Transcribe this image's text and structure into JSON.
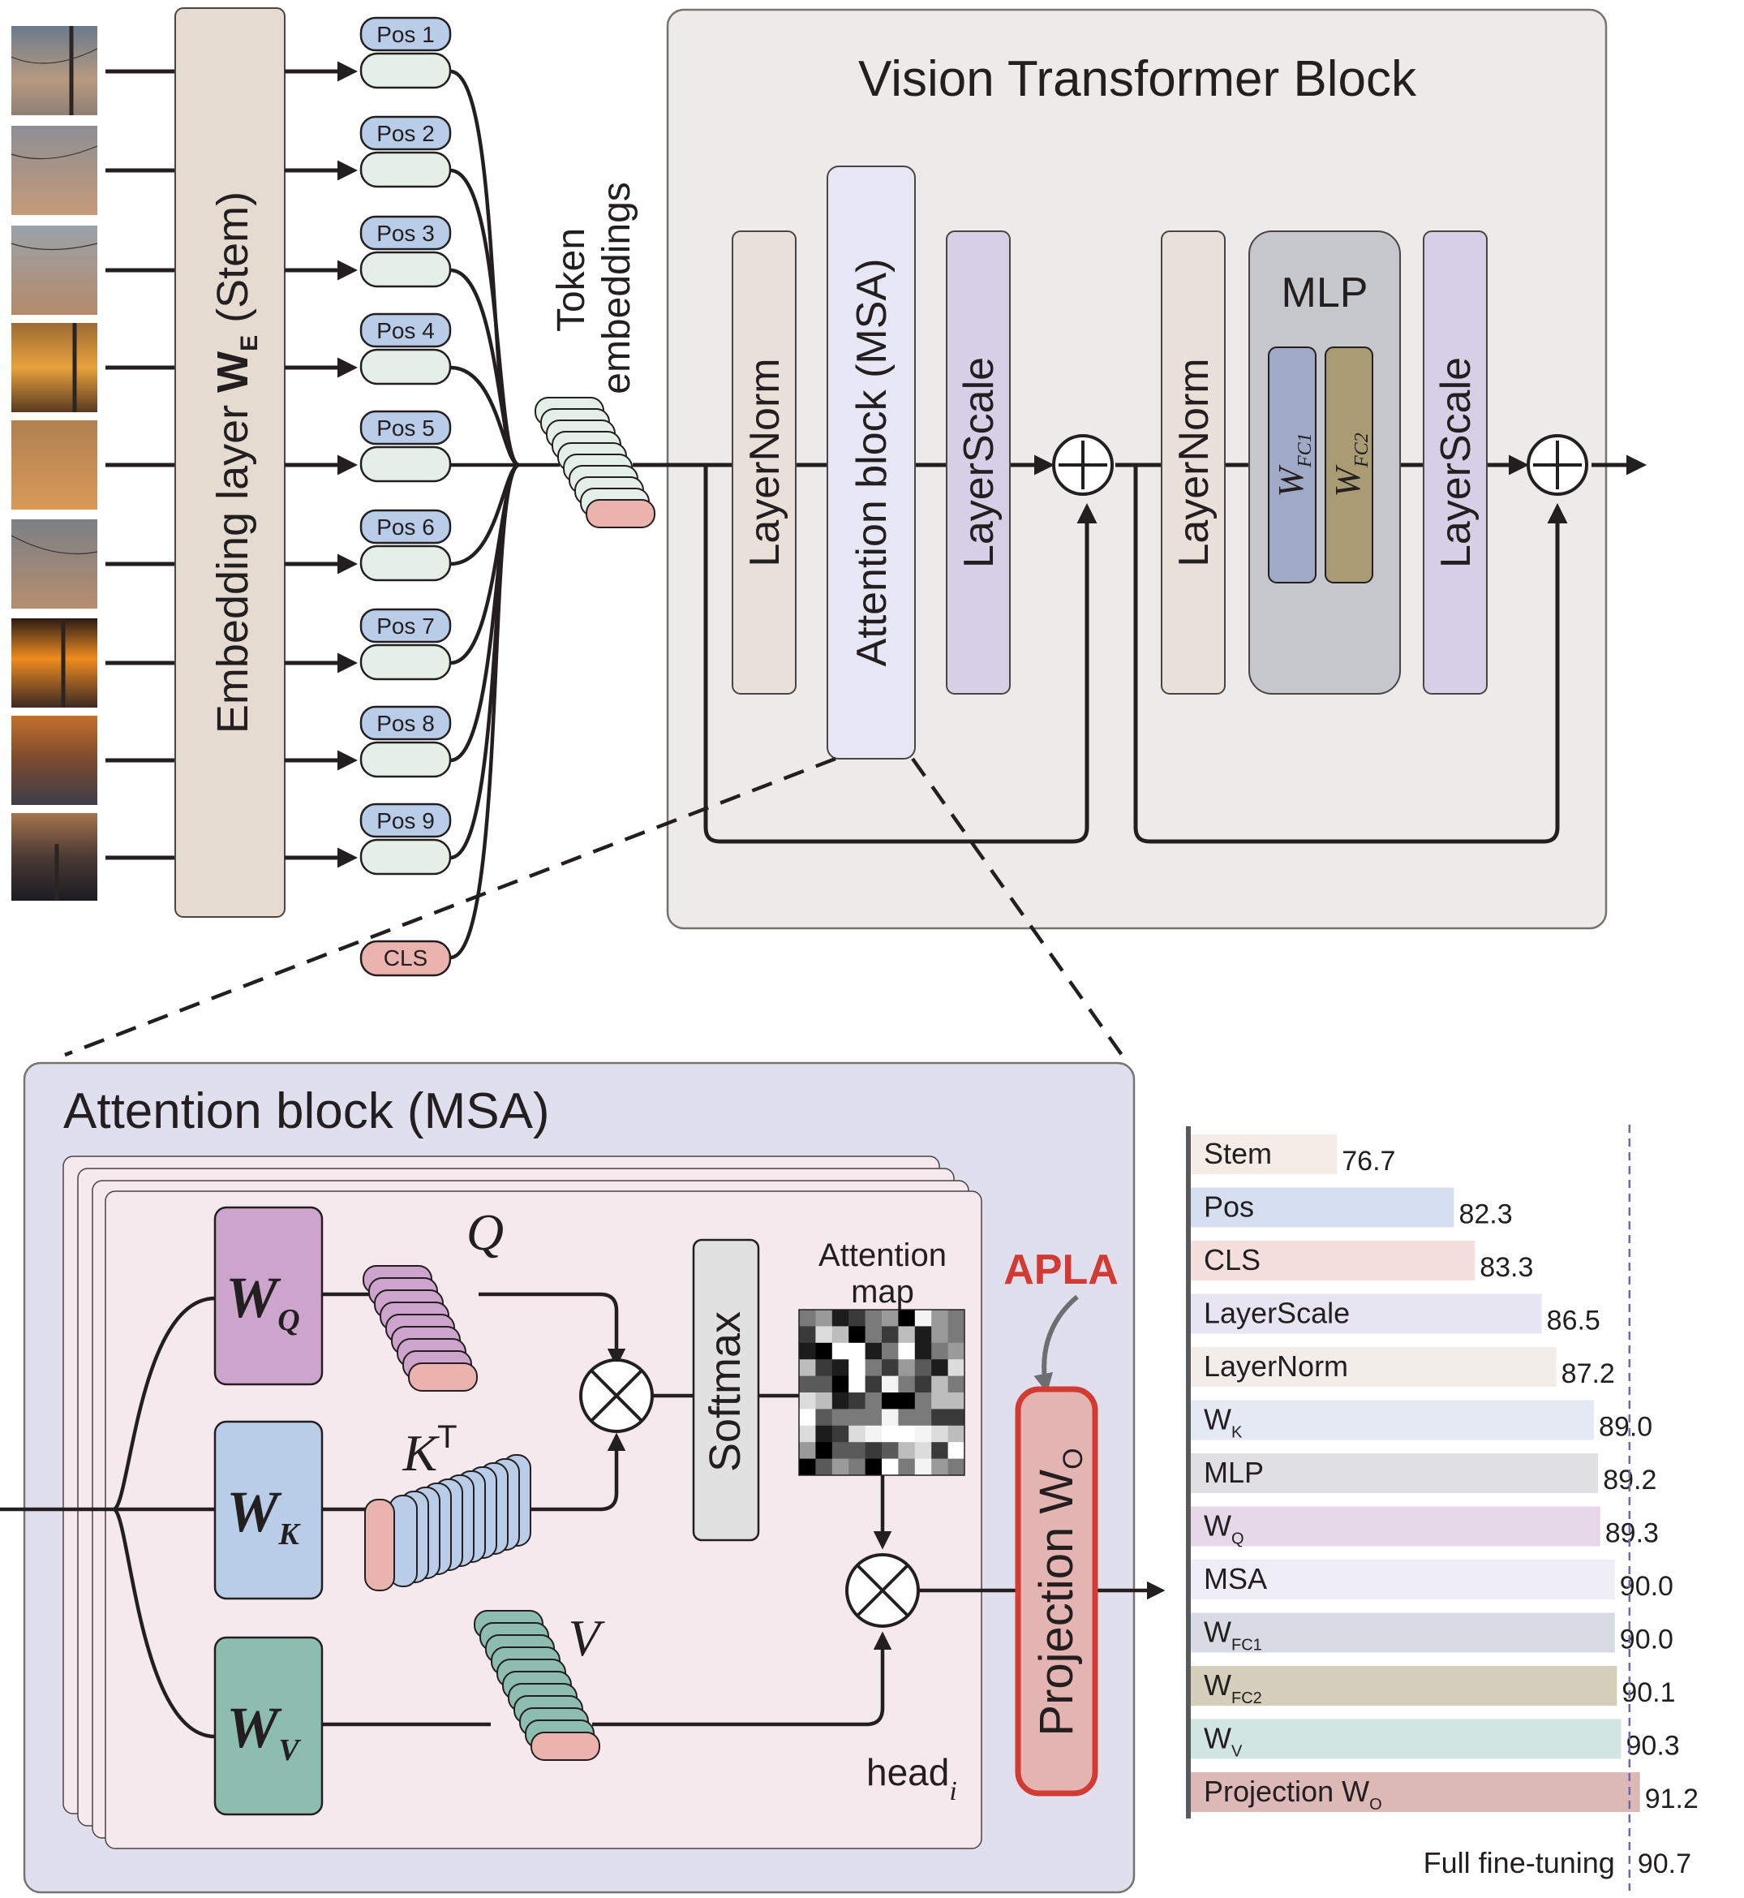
{
  "stem_label": "Embedding layer",
  "stem_weight": "W",
  "stem_weight_sub": "E",
  "stem_suffix": "(Stem)",
  "positions": [
    "Pos 1",
    "Pos 2",
    "Pos 3",
    "Pos 4",
    "Pos 5",
    "Pos 6",
    "Pos 7",
    "Pos 8",
    "Pos 9"
  ],
  "cls_label": "CLS",
  "token_label_1": "Token",
  "token_label_2": "embeddings",
  "vit": {
    "title": "Vision Transformer Block",
    "layernorm1": "LayerNorm",
    "attention": "Attention block (MSA)",
    "layerscale1": "LayerScale",
    "layernorm2": "LayerNorm",
    "mlp": "MLP",
    "wfc": "W",
    "fc1_sub": "FC1",
    "fc2_sub": "FC2",
    "layerscale2": "LayerScale"
  },
  "msa": {
    "title": "Attention block (MSA)",
    "w": "W",
    "wq_sub": "Q",
    "wk_sub": "K",
    "wv_sub": "V",
    "q": "Q",
    "k": "K",
    "k_sup": "T",
    "v": "V",
    "softmax": "Softmax",
    "attn_map_1": "Attention",
    "attn_map_2": "map",
    "head": "head",
    "head_sub": "i",
    "apla": "APLA",
    "projection": "Projection W",
    "projection_sub": "O"
  },
  "colors": {
    "stem": "#e6dbd0",
    "pos": "#b9cde8",
    "cls": "#eab3ae",
    "token": "#e4efe8",
    "vit_bg": "#ecebe9",
    "layernorm": "#e9e1d9",
    "attention": "#e6e6f4",
    "layerscale": "#d5d0e6",
    "mlp": "#c5c7cc",
    "wfc1": "#a0a9c6",
    "wfc2": "#a99b74",
    "msa_bg": "#e0dfee",
    "head_bg": "#f6e9ee",
    "wq": "#cda4cc",
    "wk": "#b9cde8",
    "wv": "#8cbdae",
    "softmax": "#e2e1e1",
    "apla": "#d23b33",
    "projection": "#e4b4b2"
  },
  "chart_data": {
    "type": "bar",
    "categories": [
      "Stem",
      "Pos",
      "CLS",
      "LayerScale",
      "LayerNorm",
      "W_K",
      "MLP",
      "W_Q",
      "MSA",
      "W_FC1",
      "W_FC2",
      "W_V",
      "Projection W_O"
    ],
    "labels": [
      {
        "main": "Stem",
        "sub": ""
      },
      {
        "main": "Pos",
        "sub": ""
      },
      {
        "main": "CLS",
        "sub": ""
      },
      {
        "main": "LayerScale",
        "sub": ""
      },
      {
        "main": "LayerNorm",
        "sub": ""
      },
      {
        "main": "W",
        "sub": "K"
      },
      {
        "main": "MLP",
        "sub": ""
      },
      {
        "main": "W",
        "sub": "Q"
      },
      {
        "main": "MSA",
        "sub": ""
      },
      {
        "main": "W",
        "sub": "FC1"
      },
      {
        "main": "W",
        "sub": "FC2"
      },
      {
        "main": "W",
        "sub": "V"
      },
      {
        "main": "Projection W",
        "sub": "O"
      }
    ],
    "values": [
      76.7,
      82.3,
      83.3,
      86.5,
      87.2,
      89.0,
      89.2,
      89.3,
      90.0,
      90.0,
      90.1,
      90.3,
      91.2
    ],
    "value_labels": [
      "76.7",
      "82.3",
      "83.3",
      "86.5",
      "87.2",
      "89.0",
      "89.2",
      "89.3",
      "90.0",
      "90.0",
      "90.1",
      "90.3",
      "91.2"
    ],
    "bar_colors": [
      "#f3ede6",
      "#d6dff0",
      "#f4dfdc",
      "#e6e5f1",
      "#f2ede9",
      "#e4e9f4",
      "#e0e0e2",
      "#e6d7e9",
      "#efeef6",
      "#d8dae4",
      "#d4cfba",
      "#d2e6e1",
      "#dcb8b6"
    ],
    "reference": {
      "label": "Full fine-tuning",
      "value": 90.7,
      "value_label": "90.7"
    },
    "xlim": [
      69.7,
      91.6
    ],
    "grid": false
  }
}
